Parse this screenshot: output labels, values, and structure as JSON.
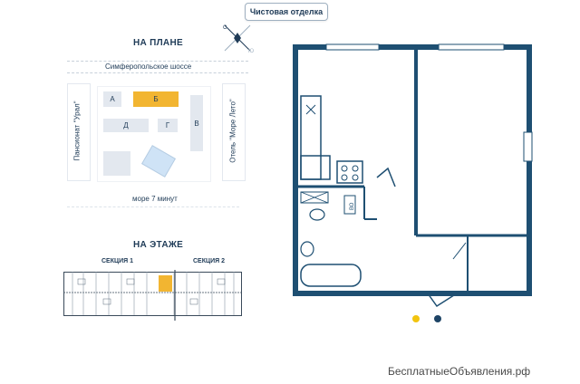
{
  "toolbar": {
    "finish_label": "Чистовая отделка"
  },
  "site_plan": {
    "title": "НА ПЛАНЕ",
    "road": "Симферопольское шоссе",
    "left_building": "Пансионат \"Урал\"",
    "right_building": "Отель \"Море Лето\"",
    "sea_distance": "море 7 минут",
    "blocks": {
      "a": "А",
      "b": "Б",
      "v": "В",
      "g": "Г",
      "d": "Д"
    },
    "selected_block": "Б",
    "selected_color": "#f2b531"
  },
  "floor_plan": {
    "title": "НА ЭТАЖЕ",
    "section1": "СЕКЦИЯ 1",
    "section2": "СЕКЦИЯ 2"
  },
  "apartment": {
    "appliance_label": "ВО",
    "wall_color": "#1e4f72"
  },
  "carousel": {
    "dot_active_color": "#f2c40f",
    "dot_inactive_color": "#1e4466"
  },
  "watermark": "БесплатныеОбъявления.рф"
}
